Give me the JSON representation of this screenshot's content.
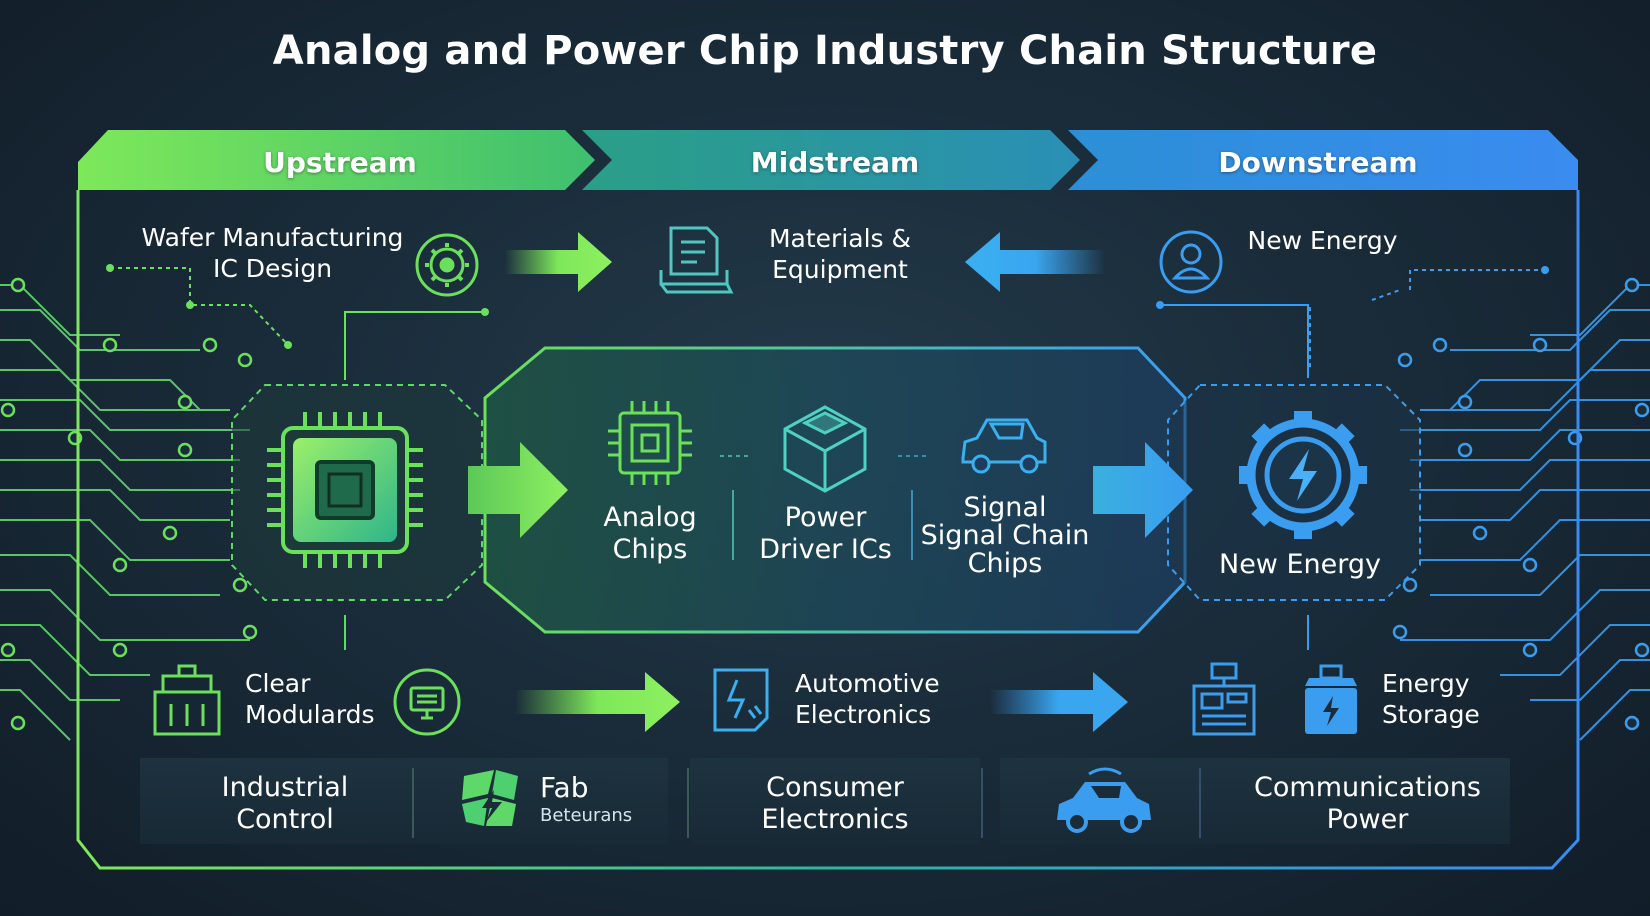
{
  "title": "Analog and Power Chip Industry Chain Structure",
  "headers": {
    "upstream": "Upstream",
    "midstream": "Midstream",
    "downstream": "Downstream"
  },
  "top_row": {
    "left_line1": "Wafer Manufacturing",
    "left_line2": "IC Design",
    "middle_line1": "Materials &",
    "middle_line2": "Equipment",
    "right": "New Energy"
  },
  "center": {
    "analog_line1": "Analog",
    "analog_line2": "Chips",
    "power_line1": "Power",
    "power_line2": "Driver ICs",
    "signal_line1": "Signal",
    "signal_line2": "Signal Chain",
    "signal_line3": "Chips",
    "right": "New Energy"
  },
  "lower_row": {
    "left_line1": "Clear",
    "left_line2": "Modulards",
    "middle_line1": "Automotive",
    "middle_line2": "Electronics",
    "right_line1": "Energy",
    "right_line2": "Storage"
  },
  "bottom_row": {
    "industrial_line1": "Industrial",
    "industrial_line2": "Control",
    "fab_line1": "Fab",
    "fab_line2": "Beteurans",
    "consumer_line1": "Consumer",
    "consumer_line2": "Electronics",
    "comms_line1": "Communications",
    "comms_line2": "Power"
  },
  "icons": {
    "gear": "gear-icon",
    "documents": "documents-icon",
    "person": "person-icon",
    "chip": "chip-icon",
    "box": "box-icon",
    "car": "car-icon",
    "lightning-gear": "lightning-gear-icon",
    "building": "building-icon",
    "monitor": "monitor-icon",
    "circuit-board": "circuit-board-icon",
    "machine": "machine-icon",
    "battery": "battery-icon",
    "leaf": "leaf-icon"
  },
  "colors": {
    "green": "#7ee85a",
    "teal": "#2fb5a0",
    "blue": "#3a9df0",
    "background": "#1a2c3a"
  }
}
